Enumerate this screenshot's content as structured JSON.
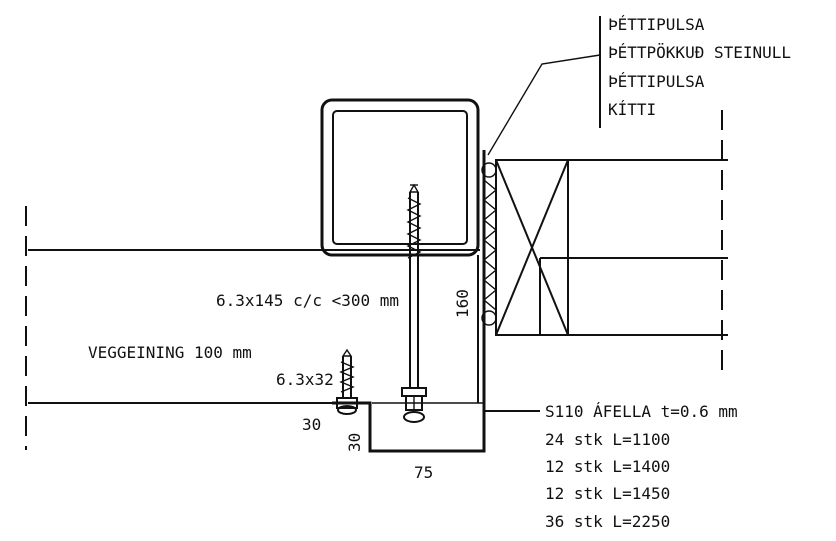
{
  "layer_labels": [
    "ÞÉTTIPULSA",
    "ÞÉTTPÖKKUÐ STEINULL",
    "ÞÉTTIPULSA",
    "KÍTTI"
  ],
  "screw_main": "6.3x145 c/c <300 mm",
  "screw_small": "6.3x32",
  "insulation": "VEGGEINING 100 mm",
  "dim_160": "160",
  "dim_30_horizontal": "30",
  "dim_30_vertical": "30",
  "dim_75": "75",
  "flashing": "S110 ÁFELLA t=0.6 mm",
  "pieces": [
    "24 stk L=1100",
    "12 stk L=1400",
    "12 stk L=1450",
    "36 stk L=2250"
  ]
}
